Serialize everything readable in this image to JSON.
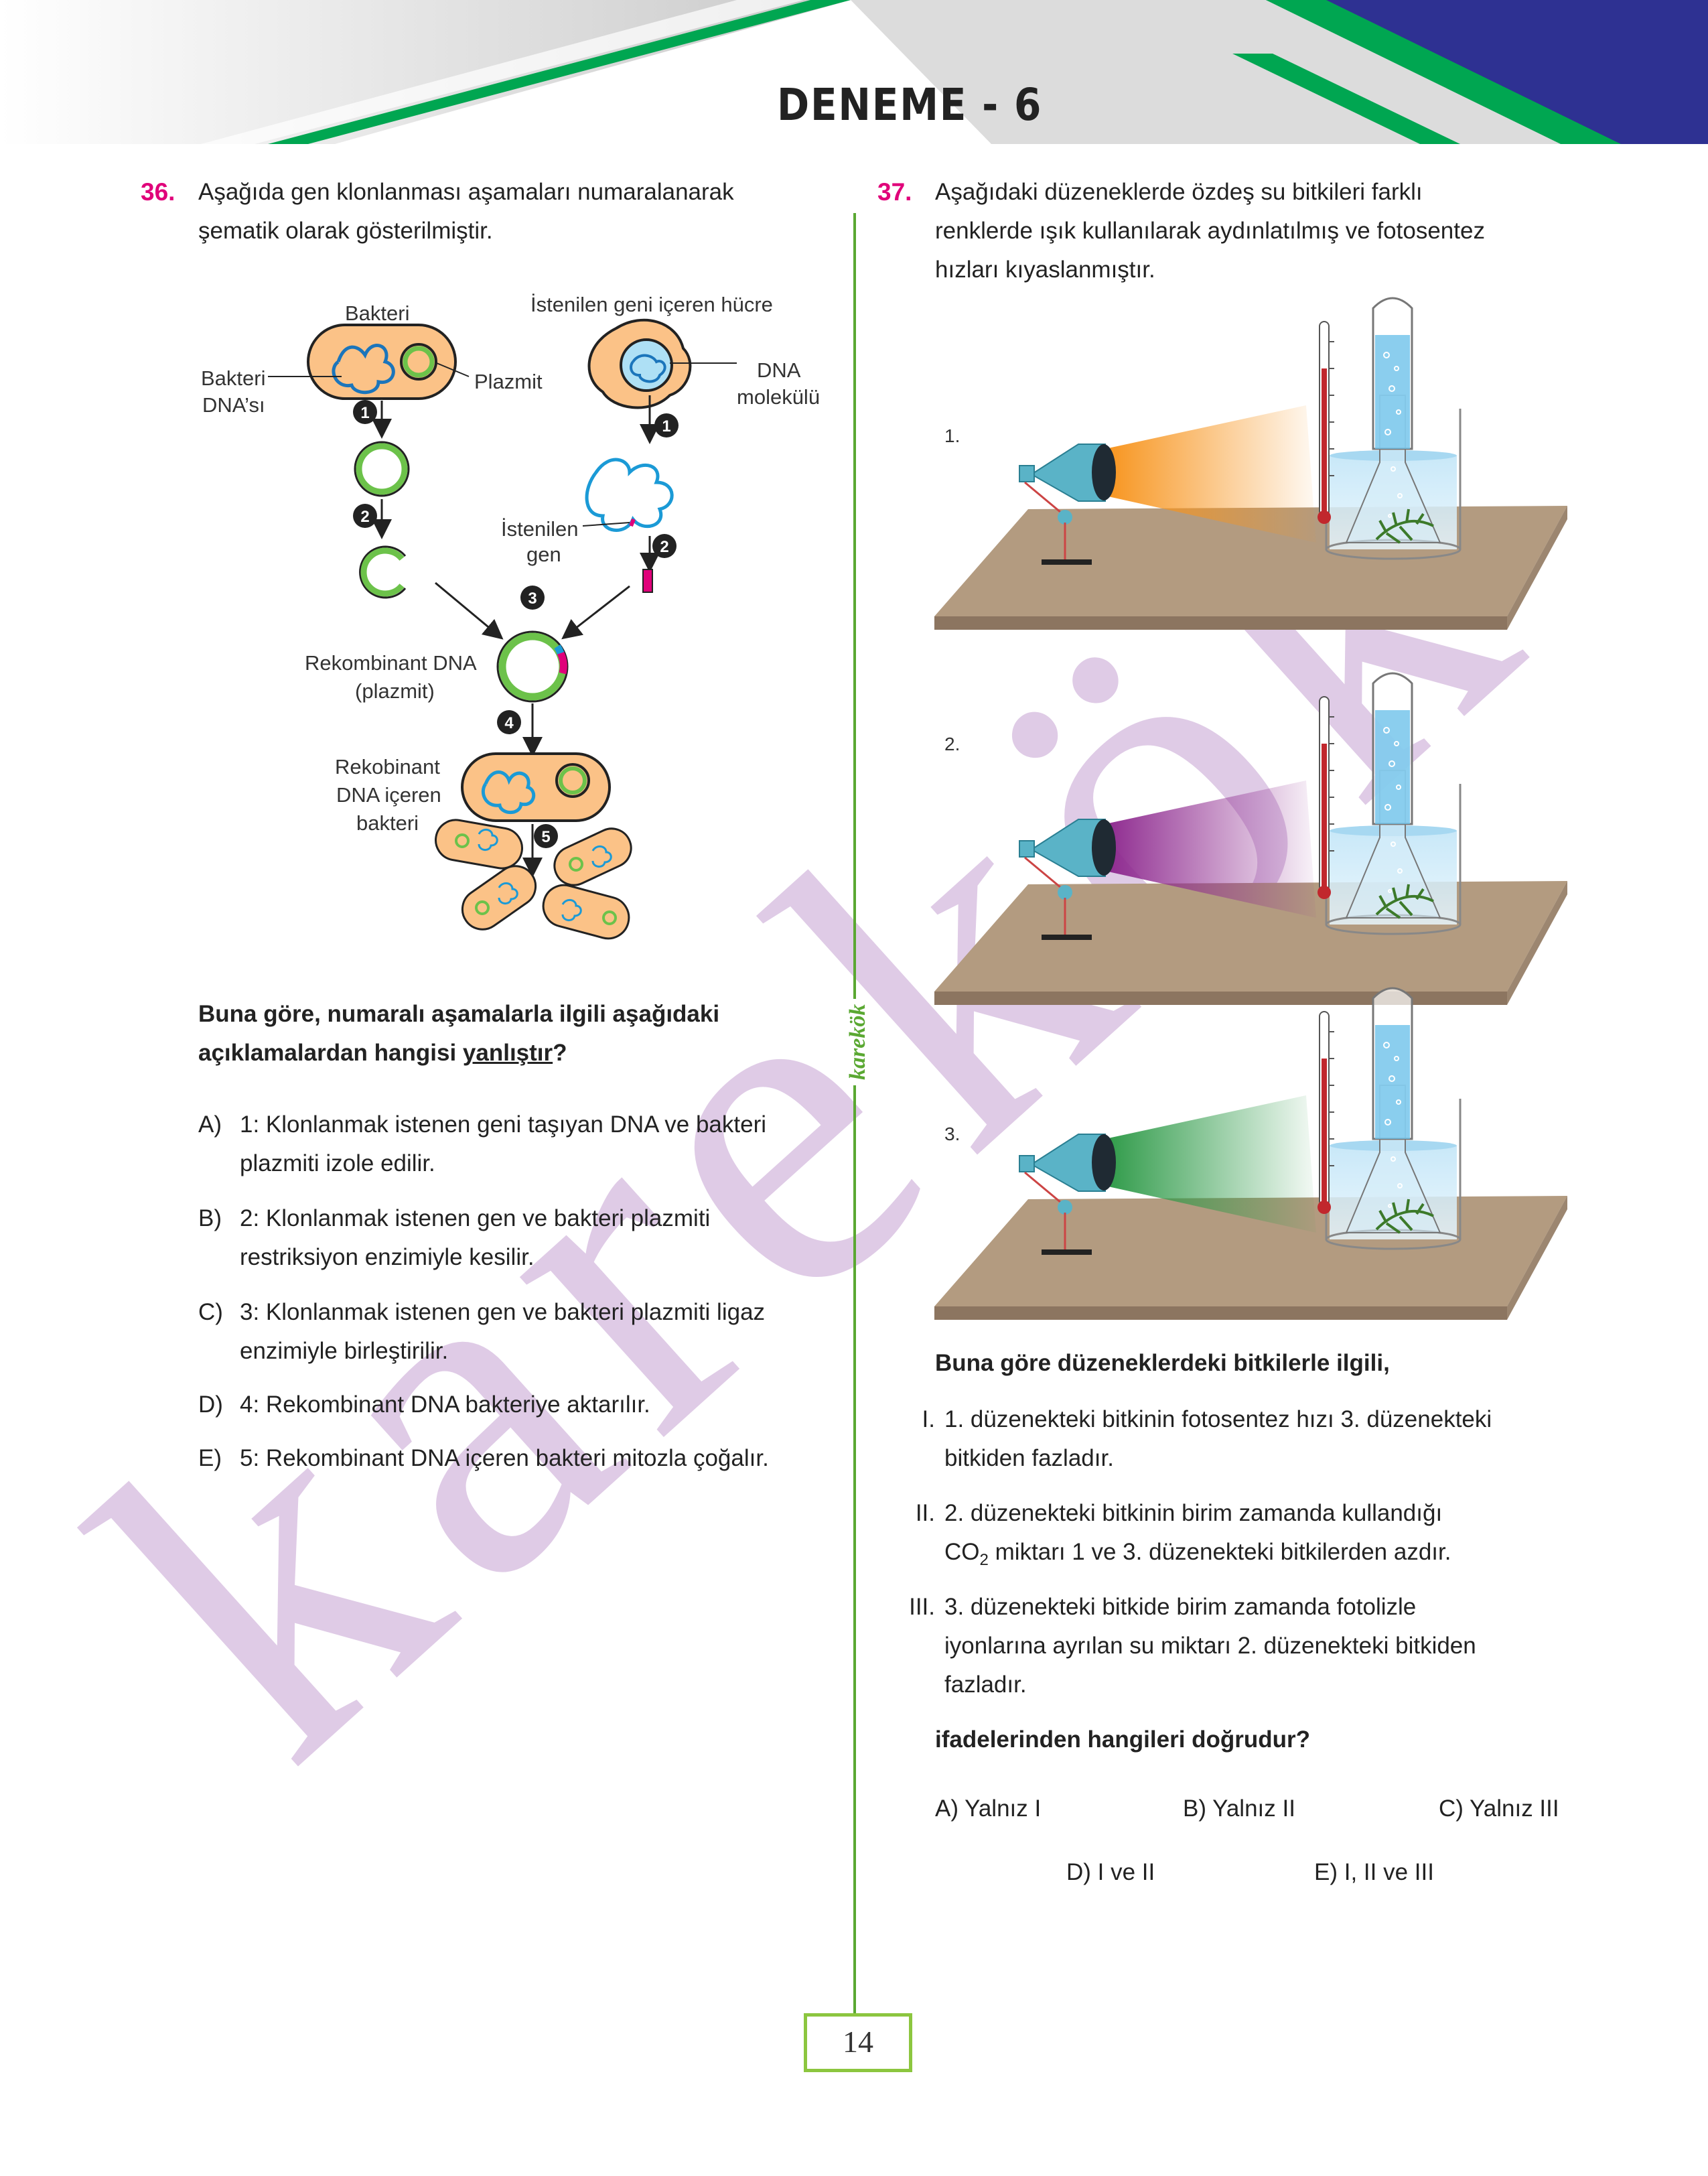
{
  "header": {
    "title": "DENEME - 6"
  },
  "q36": {
    "number": "36.",
    "stem_line1": "Aşağıda gen klonlanması aşamaları numaralanarak",
    "stem_line2": "şematik olarak gösterilmiştir.",
    "diagram": {
      "bakteri": "Bakteri",
      "bakteri_dna_1": "Bakteri",
      "bakteri_dna_2": "DNA’sı",
      "plazmit": "Plazmit",
      "istenilen_hucre": "İstenilen geni içeren hücre",
      "dna_molekulu_1": "DNA",
      "dna_molekulu_2": "molekülü",
      "istenilen_gen_1": "İstenilen",
      "istenilen_gen_2": "gen",
      "rekombinant_1": "Rekombinant DNA",
      "rekombinant_2": "(plazmit)",
      "rekobinant_bak_1": "Rekobinant",
      "rekobinant_bak_2": "DNA içeren",
      "rekobinant_bak_3": "bakteri",
      "steps": [
        "1",
        "1",
        "2",
        "2",
        "3",
        "4",
        "5"
      ]
    },
    "prompt_line1": "Buna göre, numaralı aşamalarla ilgili aşağıdaki",
    "prompt_line2_a": "açıklamalardan hangisi ",
    "prompt_line2_b": "yanlıştır",
    "prompt_line2_c": "?",
    "options": [
      {
        "key": "A)",
        "line1": "1: Klonlanmak istenen geni taşıyan DNA ve bakteri",
        "line2": "plazmiti izole edilir."
      },
      {
        "key": "B)",
        "line1": "2: Klonlanmak istenen gen ve bakteri plazmiti",
        "line2": "restriksiyon enzimiyle kesilir."
      },
      {
        "key": "C)",
        "line1": "3: Klonlanmak istenen gen ve bakteri plazmiti ligaz",
        "line2": "enzimiyle birleştirilir."
      },
      {
        "key": "D)",
        "line1": "4: Rekombinant DNA bakteriye aktarılır.",
        "line2": ""
      },
      {
        "key": "E)",
        "line1": "5: Rekombinant DNA içeren bakteri mitozla çoğalır.",
        "line2": ""
      }
    ]
  },
  "q37": {
    "number": "37.",
    "stem_line1": "Aşağıdaki düzeneklerde özdeş su bitkileri farklı",
    "stem_line2": "renklerde ışık kullanılarak aydınlatılmış ve fotosentez",
    "stem_line3": "hızları kıyaslanmıştır.",
    "setups": [
      {
        "label": "1.",
        "color": "#f7941d"
      },
      {
        "label": "2.",
        "color": "#8e2a8f"
      },
      {
        "label": "3.",
        "color": "#2e9a48"
      }
    ],
    "prompt": "Buna göre düzeneklerdeki bitkilerle ilgili,",
    "statements": [
      {
        "key": "I.",
        "line1": "1. düzenekteki bitkinin fotosentez hızı 3. düzenekteki",
        "line2": "bitkiden fazladır.",
        "line3": ""
      },
      {
        "key": "II.",
        "line1": "2. düzenekteki bitkinin birim zamanda kullandığı",
        "line2a": "CO",
        "line2sub": "2",
        "line2b": " miktarı 1 ve 3. düzenekteki bitkilerden azdır.",
        "line3": ""
      },
      {
        "key": "III.",
        "line1": "3. düzenekteki bitkide birim zamanda fotolizle",
        "line2": "iyonlarına ayrılan su miktarı 2. düzenekteki bitkiden",
        "line3": "fazladır."
      }
    ],
    "question": "ifadelerinden hangileri doğrudur?",
    "answers": [
      "A) Yalnız I",
      "B) Yalnız II",
      "C) Yalnız III",
      "D) I ve II",
      "E) I, II ve III"
    ]
  },
  "side_label": "karekök",
  "watermark": "karekök",
  "page_number": "14"
}
